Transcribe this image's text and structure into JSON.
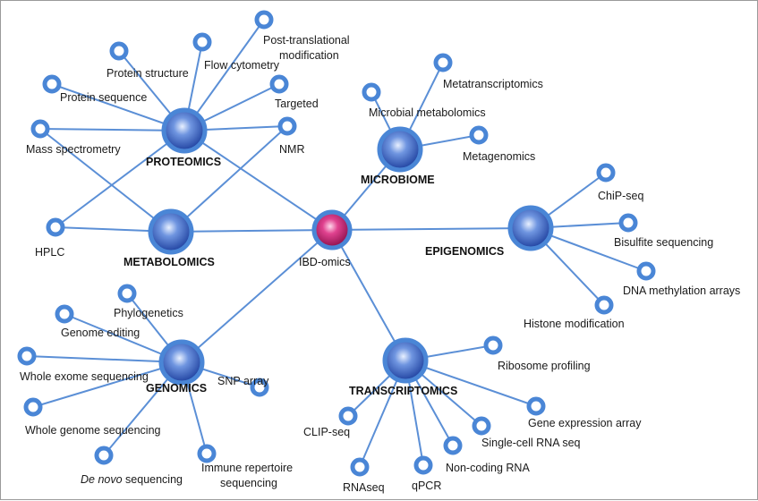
{
  "center": {
    "label": "IBD-omics"
  },
  "hubs": {
    "proteomics": "PROTEOMICS",
    "metabolomics": "METABOLOMICS",
    "microbiome": "MICROBIOME",
    "epigenomics": "EPIGENOMICS",
    "genomics": "GENOMICS",
    "transcriptomics": "TRANSCRIPTOMICS"
  },
  "leaves": {
    "post_translational_1": "Post-translational",
    "post_translational_2": "modification",
    "flow_cytometry": "Flow cytometry",
    "protein_structure": "Protein structure",
    "protein_sequence": "Protein sequence",
    "targeted": "Targeted",
    "mass_spectrometry": "Mass spectrometry",
    "nmr": "NMR",
    "hplc": "HPLC",
    "metatranscriptomics": "Metatranscriptomics",
    "microbial_metabolomics": "Microbial metabolomics",
    "metagenomics": "Metagenomics",
    "chip_seq": "ChiP-seq",
    "bisulfite_sequencing": "Bisulfite sequencing",
    "dna_methylation_arrays": "DNA methylation arrays",
    "histone_modification": "Histone modification",
    "phylogenetics": "Phylogenetics",
    "genome_editing": "Genome editing",
    "whole_exome_sequencing": "Whole exome sequencing",
    "snp_array": "SNP array",
    "whole_genome_sequencing": "Whole genome sequencing",
    "de_novo_italic": "De novo",
    "de_novo_rest": " sequencing",
    "immune_repertoire_1": "Immune repertoire",
    "immune_repertoire_2": "sequencing",
    "ribosome_profiling": "Ribosome profiling",
    "gene_expression_array": "Gene expression array",
    "clip_seq": "CLIP-seq",
    "single_cell_rna_seq": "Single-cell RNA seq",
    "non_coding_rna": "Non-coding RNA",
    "rnaseq": "RNAseq",
    "qpcr": "qPCR"
  },
  "colors": {
    "edge": "#5b8fd6",
    "node_ring": "#4a86d6",
    "hub_core": "#2f56b8",
    "center_core": "#b0185f",
    "text": "#1a1a1a"
  }
}
